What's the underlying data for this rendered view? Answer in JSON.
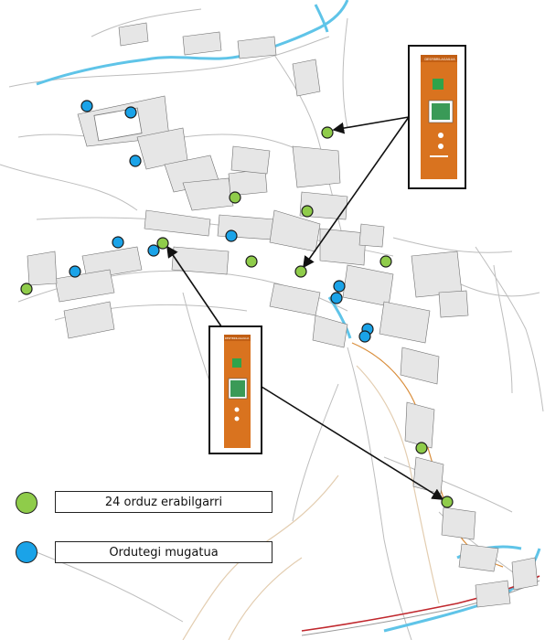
{
  "colors": {
    "green": "#8fcc4a",
    "blue": "#1aa3e8",
    "river": "#5fc4e8",
    "rail": "#c0272d",
    "kiosk_orange": "#d9731f",
    "building": "#e6e6e6",
    "road": "#bcbcbc"
  },
  "legend": {
    "green_label": "24 orduz erabilgarri",
    "blue_label": "Ordutegi mugatua"
  },
  "kiosk": {
    "icon": "defibrillator-kiosk-icon",
    "header_text": "DESFIBRILAGAILUA"
  },
  "markers": {
    "green": [
      {
        "lon": 358,
        "lat": 145
      },
      {
        "lon": 257,
        "lat": 216
      },
      {
        "lon": 336,
        "lat": 231
      },
      {
        "lon": 178,
        "lat": 266
      },
      {
        "lon": 275,
        "lat": 286
      },
      {
        "lon": 422,
        "lat": 286
      },
      {
        "lon": 329,
        "lat": 297
      },
      {
        "lon": 29,
        "lat": 316
      },
      {
        "lon": 461,
        "lat": 490
      },
      {
        "lon": 489,
        "lat": 549
      }
    ],
    "blue": [
      {
        "lon": 95,
        "lat": 116
      },
      {
        "lon": 143,
        "lat": 123
      },
      {
        "lon": 148,
        "lat": 176
      },
      {
        "lon": 129,
        "lat": 265
      },
      {
        "lon": 253,
        "lat": 258
      },
      {
        "lon": 168,
        "lat": 274
      },
      {
        "lon": 82,
        "lat": 297
      },
      {
        "lon": 371,
        "lat": 313
      },
      {
        "lon": 368,
        "lat": 326
      },
      {
        "lon": 402,
        "lat": 360
      },
      {
        "lon": 399,
        "lat": 368
      }
    ]
  }
}
